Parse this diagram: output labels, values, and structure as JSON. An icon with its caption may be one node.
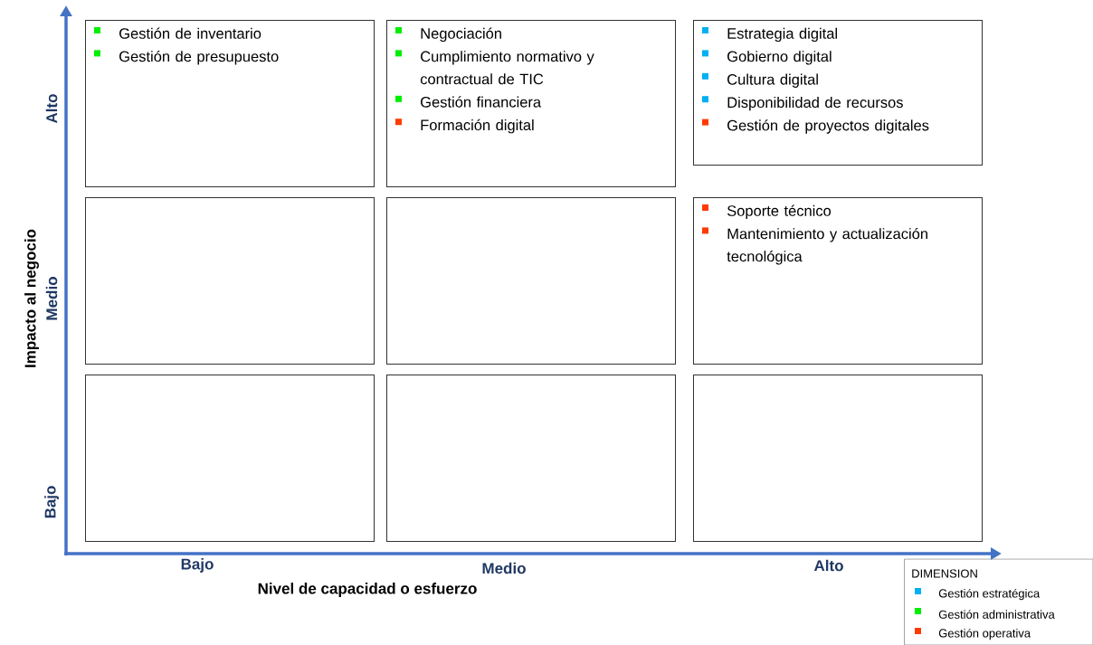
{
  "diagram": {
    "nodes": [
      {
        "text": [
          "Gestión de inventario",
          "Gestión de presupuesto"
        ]
      },
      {
        "text": [
          "Negociación",
          "Cumplimiento normativo y contractual de TIC",
          "Gestión financiera",
          "Formación digital"
        ]
      },
      {
        "text": [
          "Estrategia digital",
          "Gobierno digital",
          "Cultura digital",
          "Disponibilidad de recursos",
          "Gestión de proyectos digitales"
        ]
      },
      {
        "text": [],
        "shape": "box"
      },
      {
        "text": [],
        "shape": "box"
      },
      {
        "text": [
          "Soporte técnico",
          "Mantenimiento y actualización tecnológica"
        ]
      },
      {
        "text": [],
        "shape": "box"
      },
      {
        "text": [],
        "shape": "box"
      },
      {
        "text": [],
        "shape": "box"
      }
    ],
    "edges": [],
    "labels": [
      "Alto",
      "Impacto al negocio",
      "Medio",
      "Bajo",
      "Bajo",
      "Medio",
      "Alto",
      "Nivel de capacidad o esfuerzo",
      "DIMENSION"
    ],
    "legend": [
      {
        "text": "Gestión estratégica",
        "color": "#00b0f0"
      },
      {
        "text": "Gestión administrativa",
        "color": "#00ee00"
      },
      {
        "text": "Gestión operativa",
        "color": "#ff3b00"
      }
    ]
  }
}
